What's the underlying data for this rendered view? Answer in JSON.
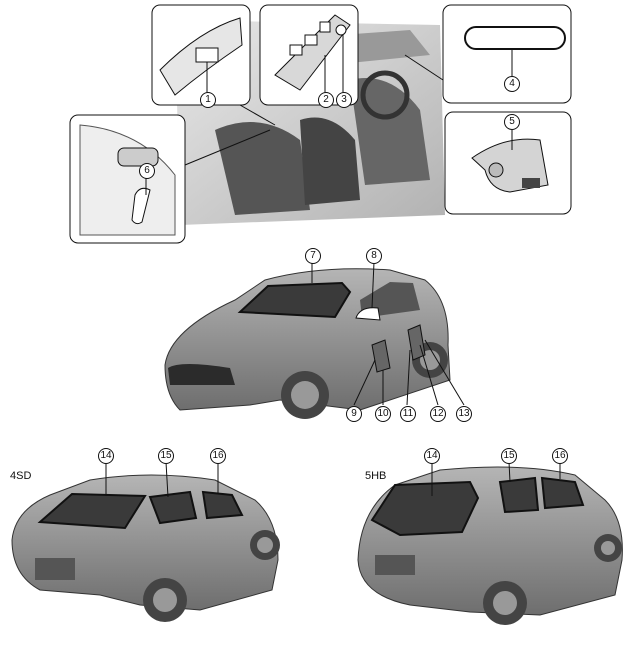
{
  "callouts": [
    "1",
    "2",
    "3",
    "4",
    "5",
    "6",
    "7",
    "8",
    "9",
    "10",
    "11",
    "12",
    "13",
    "14",
    "15",
    "16"
  ],
  "variants": {
    "sedan": "4SD",
    "hatch": "5HB"
  },
  "colors": {
    "body": "#8a8a8a",
    "glass": "#3a3a3a",
    "line": "#111111",
    "interior": "#c8c8c8"
  }
}
